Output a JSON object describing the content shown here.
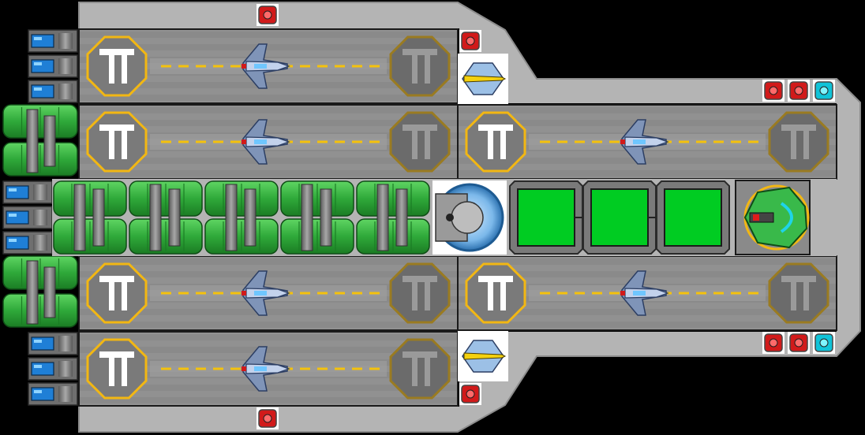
{
  "screen": {
    "type": "starship-layout-editor-view",
    "background": "#000000"
  },
  "colors": {
    "hull": "#b4b4b4",
    "hull_edge": "#8c8c8c",
    "bay_floor": "#8a8a8a",
    "bay_stripe": "#a3a3a3",
    "pad_active": "#f2b713",
    "pad_inactive": "#9a7b21",
    "runway_dash": "#f4c20d",
    "fuel_tank": "#2fa93a",
    "fuel_tank_light": "#56d05a",
    "cargo_green": "#00cc22",
    "red_module": "#d11a1a",
    "cyan_module": "#10c3d8",
    "blue_thruster": "#1f7fd6"
  },
  "icons": {
    "landing_pad": "hangar-pad-icon",
    "fighter": "fighter-ship-icon",
    "turret": "defense-turret-icon",
    "engine": "thruster-icon",
    "fuel": "fuel-tank-icon",
    "reactor": "reactor-core-icon",
    "command": "bridge-icon"
  },
  "hangars": [
    {
      "id": "upper-outer-left",
      "pad_left_active": true,
      "pad_right_active": false
    },
    {
      "id": "upper-inner-left",
      "pad_left_active": true,
      "pad_right_active": false
    },
    {
      "id": "upper-inner-right",
      "pad_left_active": true,
      "pad_right_active": false
    },
    {
      "id": "lower-inner-left",
      "pad_left_active": true,
      "pad_right_active": false
    },
    {
      "id": "lower-inner-right",
      "pad_left_active": true,
      "pad_right_active": false
    },
    {
      "id": "lower-outer-left",
      "pad_left_active": true,
      "pad_right_active": false
    }
  ],
  "spine": {
    "fuel_tank_pairs": 5,
    "cargo_holds": 3,
    "cargo_status": "full"
  }
}
